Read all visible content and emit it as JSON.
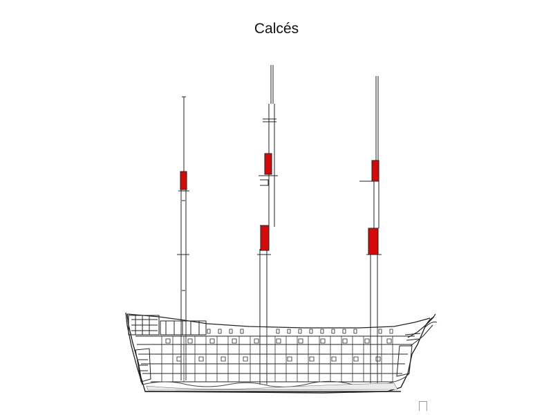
{
  "title": "Calcés",
  "colors": {
    "line": "#222222",
    "highlight": "#d40a0a",
    "background": "#ffffff",
    "hull_shade": "#e9ecec"
  },
  "highlight": {
    "part": "calcés",
    "count": 5
  },
  "icons": [
    "corner-mark-icon"
  ]
}
